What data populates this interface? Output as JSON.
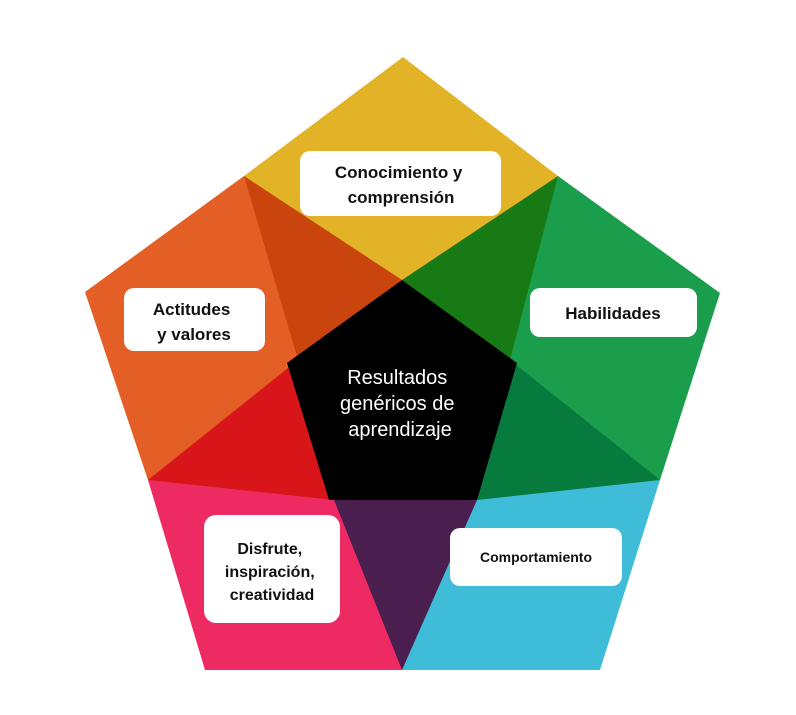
{
  "center": {
    "lines": [
      "Resultados",
      "genéricos de",
      "aprendizaje"
    ],
    "color": "#000000"
  },
  "segments": {
    "top": {
      "lines": [
        "Conocimiento y",
        "comprensión"
      ],
      "color_outer": "#E2B327",
      "color_inner": "#C9450D"
    },
    "right": {
      "lines": [
        "Habilidades"
      ],
      "color_outer": "#1A9E4B",
      "color_inner": "#187A14"
    },
    "bottom_right": {
      "lines": [
        "Comportamiento"
      ],
      "color_outer": "#3FBCD7",
      "color_inner": "#077A3E"
    },
    "bottom_left": {
      "lines": [
        "Disfrute,",
        "inspiración,",
        "creatividad"
      ],
      "color_outer": "#EE2A62",
      "color_inner": "#4A1E4E"
    },
    "left": {
      "lines": [
        "Actitudes",
        "y valores"
      ],
      "color_outer": "#E45F25",
      "color_inner": "#D81518"
    }
  }
}
